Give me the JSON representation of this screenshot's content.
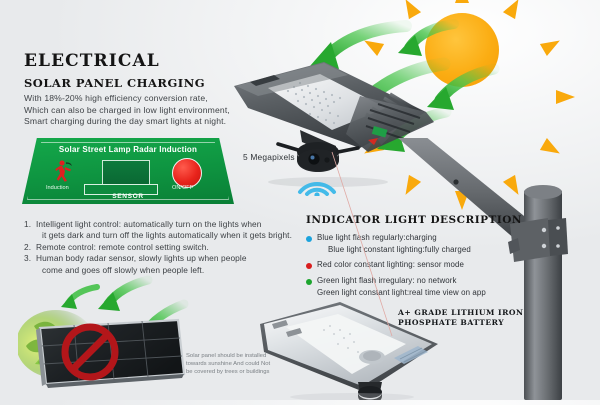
{
  "page": {
    "background_color": "#eceef0"
  },
  "electrical": {
    "heading": "ELECTRICAL",
    "subheading": "SOLAR PANEL CHARGING",
    "paragraph_lines": [
      "With 18%-20% high efficiency conversion rate,",
      "Which can also be charged in low light environment,",
      "Smart charging during the day smart lights at night."
    ]
  },
  "sensor_card": {
    "title": "Solar Street Lamp Radar Induction",
    "induction_label": "Induction",
    "onoff_label": "ON/OFF",
    "sensor_label": "SENSOR",
    "walk_icon": "walking-person-icon",
    "button_color": "#e8231b",
    "card_color": "#0E9340"
  },
  "features": [
    {
      "number": "1.",
      "lines": [
        "Intelligent light control: automatically turn on the lights when",
        "it gets dark and turn off the lights automatically when it gets bright."
      ]
    },
    {
      "number": "2.",
      "lines": [
        "Remote control: remote control setting switch."
      ]
    },
    {
      "number": "3.",
      "lines": [
        "Human body radar sensor, slowly lights up when people",
        "come and goes off slowly when people left."
      ]
    }
  ],
  "camera": {
    "megapixels_label": "5 Megapixels",
    "wifi_icon": "wifi-signal-icon",
    "wifi_color": "#3BB7E8"
  },
  "indicator": {
    "heading": "INDICATOR LIGHT DESCRIPTION",
    "rows": [
      {
        "dot_color": "#1BA3DC",
        "text": "Blue light flash regularly:charging",
        "sub": "Blue light constant lighting:fully charged"
      },
      {
        "dot_color": "#D81E1E",
        "text": "Red color constant lighting: sensor mode",
        "sub": ""
      },
      {
        "dot_color": "#1DA52E",
        "text": "Green light flash irregulary: no network",
        "sub": "Green light constant light:real time view on app"
      }
    ]
  },
  "battery": {
    "line1": "A+ GRADE LITHIUM IRON",
    "line2": "PHOSPHATE BATTERY"
  },
  "panel_warning": {
    "lines": [
      "Solar panel should be installed",
      "towards sunshine And could Not",
      "be covered by trees or buildings"
    ],
    "prohibition_icon": "no-entry-icon",
    "prohibition_color": "#B3161A"
  },
  "graphics": {
    "sun_icon": "sun-icon",
    "sun_color": "#F9A90C",
    "arrow_icon": "curved-arrow-icon",
    "arrow_color": "#3FBF43",
    "lamp_icon": "solar-street-lamp-icon",
    "pole_icon": "mounting-pole-icon",
    "solar_panel_icon": "solar-panel-icon"
  }
}
